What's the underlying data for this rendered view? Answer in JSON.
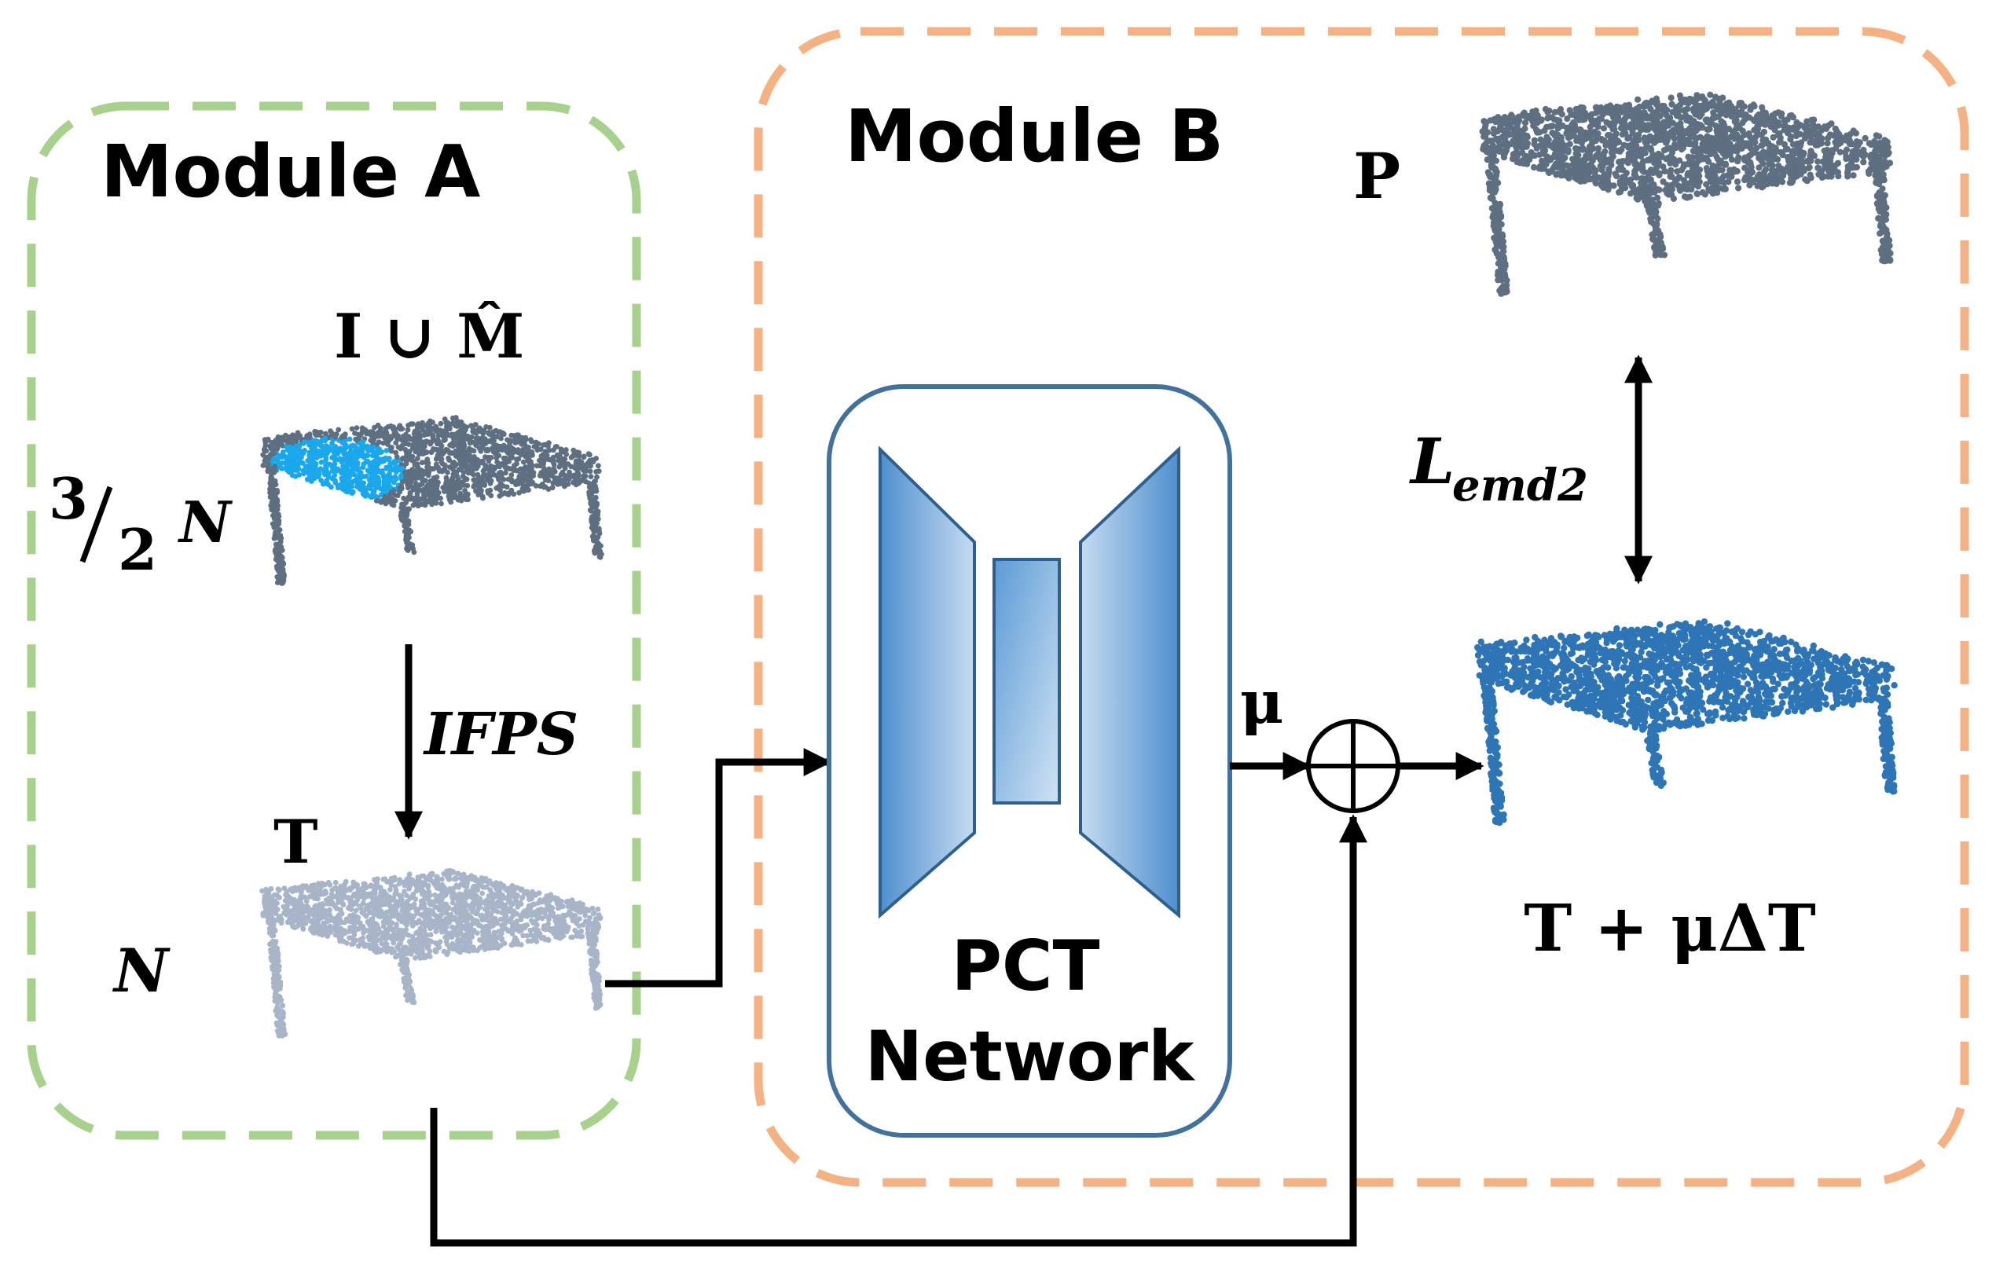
{
  "module_a": {
    "title": "Module A",
    "input_label": "I ∪ M̂",
    "input_count_num": "3",
    "input_count_den": "2",
    "input_count_var": "N",
    "sampling_label": "IFPS",
    "template_label": "T",
    "template_count": "N"
  },
  "module_b": {
    "title": "Module B",
    "network_line1": "PCT",
    "network_line2": "Network",
    "mu_label": "μ",
    "target_label": "P",
    "loss_main": "L",
    "loss_sub": "emd2",
    "output_label": "T + μΔT"
  },
  "colors": {
    "module_a_border": "#a9d18e",
    "module_b_border": "#f4b183",
    "network_border": "#41719c",
    "encoder_fill": "#5b9bd5",
    "cloud_gray": "#5f6f82",
    "cloud_highlight": "#1aa7ec",
    "cloud_light": "#a8b4c8",
    "cloud_output": "#2e75b6"
  }
}
